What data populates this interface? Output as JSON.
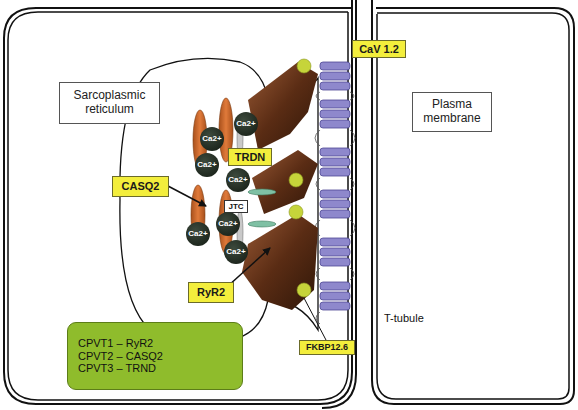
{
  "diagram": {
    "nodes": [
      {
        "text": [
          "Sarcoplasmic reticulum"
        ]
      },
      {
        "text": [
          "Plasma membrane"
        ]
      },
      {
        "text": [
          "CaV 1.2"
        ]
      },
      {
        "text": [
          "TRDN"
        ]
      },
      {
        "text": [
          "CASQ2"
        ]
      },
      {
        "text": [
          "JTC"
        ]
      },
      {
        "text": [
          "Ca2+"
        ]
      },
      {
        "text": [
          "Ca2+"
        ]
      },
      {
        "text": [
          "Ca2+"
        ]
      },
      {
        "text": [
          "Ca2+"
        ]
      },
      {
        "text": [
          "Ca2+"
        ]
      },
      {
        "text": [
          "Ca2+"
        ]
      },
      {
        "text": [
          "Ca2+"
        ]
      },
      {
        "text": [
          "RyR2"
        ]
      },
      {
        "text": [
          "FKBP12.6"
        ]
      },
      {
        "text": [
          "CPVT1 – RyR2",
          "CPVT2 – CASQ2",
          "CPVT3 – TRND"
        ]
      }
    ],
    "edges": [],
    "labels": [
      "T-tubule"
    ]
  }
}
